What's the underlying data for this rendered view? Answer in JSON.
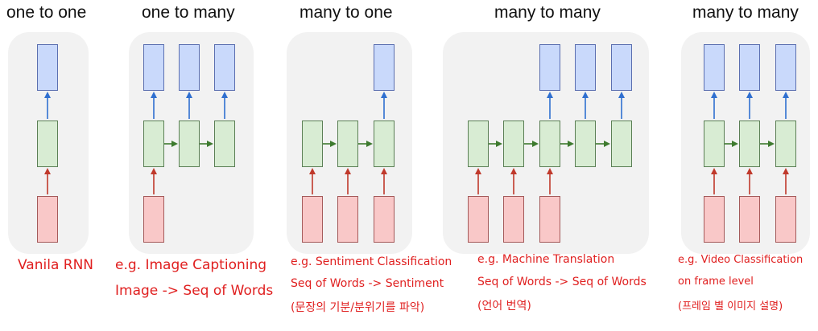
{
  "diagrams": [
    {
      "title": "one to one",
      "caption_lines": [
        "Vanila RNN"
      ]
    },
    {
      "title": "one to many",
      "caption_lines": [
        "e.g. Image Captioning",
        "Image -> Seq of Words"
      ]
    },
    {
      "title": "many to one",
      "caption_lines": [
        "e.g. Sentiment Classification",
        "Seq of Words -> Sentiment",
        "(문장의 기분/분위기를 파악)"
      ]
    },
    {
      "title": "many to many",
      "caption_lines": [
        "e.g. Machine Translation",
        "Seq of Words -> Seq of Words",
        "(언어 번역)"
      ]
    },
    {
      "title": "many to many",
      "caption_lines": [
        "e.g. Video Classification",
        "on frame level",
        "(프레임 별 이미지 설명)"
      ]
    }
  ],
  "colors": {
    "output_fill": "#c9d9fb",
    "hidden_fill": "#d8ecd3",
    "input_fill": "#f9c8c8",
    "up_arrow_output": "#2f6fd0",
    "up_arrow_input": "#c0392b",
    "recurrent_arrow": "#3d7a2e",
    "caption": "#e02020"
  }
}
